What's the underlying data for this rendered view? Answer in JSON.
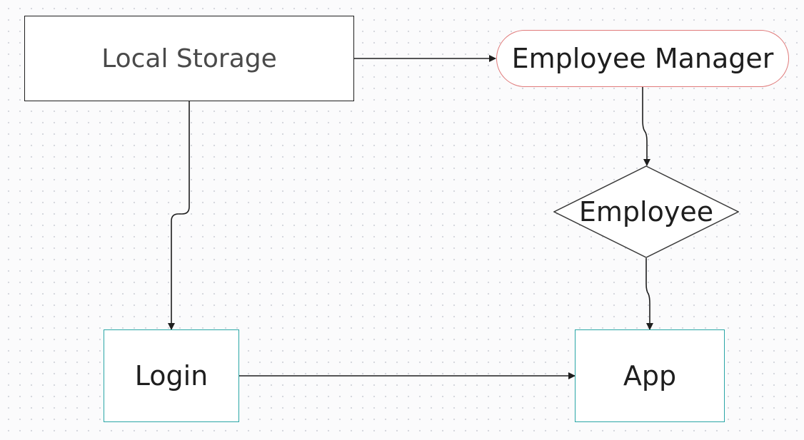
{
  "diagram": {
    "nodes": {
      "local_storage": "Local Storage",
      "employee_manager": "Employee Manager",
      "employee": "Employee",
      "login": "Login",
      "app": "App"
    },
    "edges": [
      {
        "from": "Local Storage",
        "to": "Employee Manager"
      },
      {
        "from": "Employee Manager",
        "to": "Employee"
      },
      {
        "from": "Local Storage",
        "to": "Login"
      },
      {
        "from": "Employee",
        "to": "App"
      },
      {
        "from": "Login",
        "to": "App"
      }
    ],
    "colors": {
      "box_border": "#1e1e1e",
      "rounded_border": "#e07a7a",
      "teal_border": "#2aa6a6",
      "connector": "#1e1e1e"
    }
  }
}
